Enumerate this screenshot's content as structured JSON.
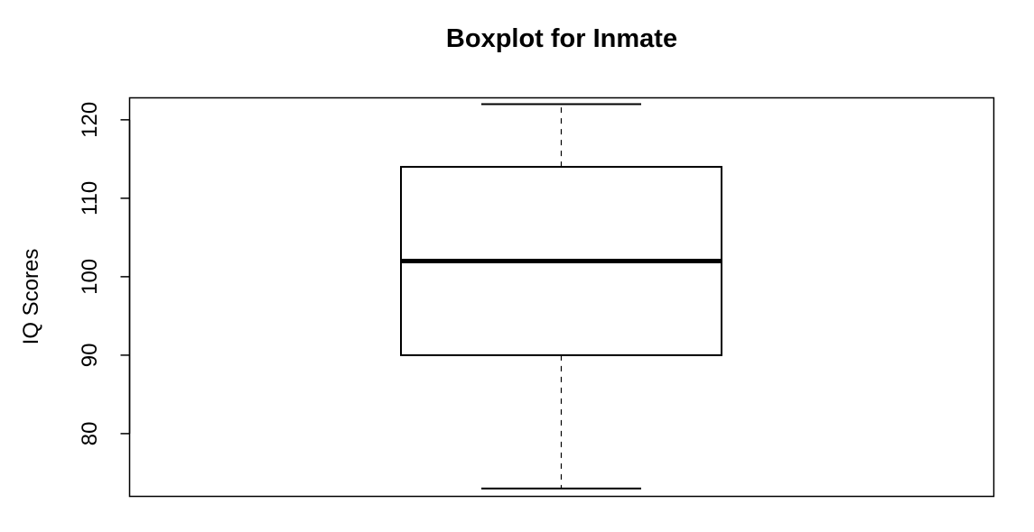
{
  "chart_data": {
    "type": "boxplot",
    "title": "Boxplot for Inmate",
    "xlabel": "",
    "ylabel": "IQ Scores",
    "ylim": [
      72,
      122.8
    ],
    "yticks": [
      80,
      90,
      100,
      110,
      120
    ],
    "ytick_labels": [
      "80",
      "90",
      "100",
      "110",
      "120"
    ],
    "grid": false,
    "legend": "none",
    "boxes": [
      {
        "whisker_low": 73,
        "q1": 90,
        "median": 102,
        "q3": 114,
        "whisker_high": 122
      }
    ],
    "colors": {
      "stroke": "#000000",
      "background": "#ffffff"
    }
  }
}
